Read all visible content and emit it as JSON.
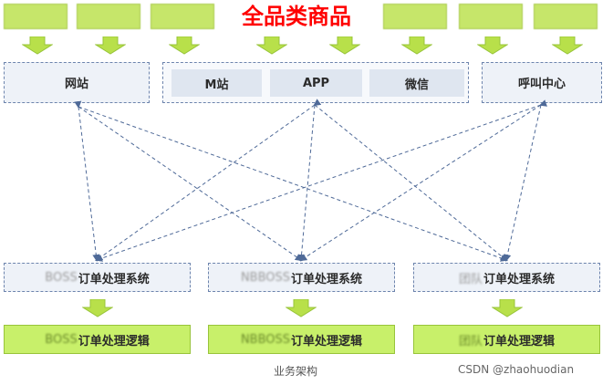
{
  "top": {
    "tags": [
      "",
      "",
      "",
      "",
      "",
      "",
      ""
    ],
    "headline": "全品类商品"
  },
  "channels": {
    "website": "网站",
    "m_site": "M站",
    "app": "APP",
    "wechat": "微信",
    "call_center": "呼叫中心"
  },
  "systems": {
    "left": {
      "blur_prefix": "BOSS",
      "label": "订单处理系统"
    },
    "middle": {
      "blur_prefix": "NBBOSS",
      "label": "订单处理系统"
    },
    "right": {
      "blur_prefix": "团队",
      "label": "订单处理系统"
    }
  },
  "logic": {
    "left": {
      "blur_prefix": "BOSS",
      "label": "订单处理逻辑"
    },
    "middle": {
      "blur_prefix": "NBBOSS",
      "label": "订单处理逻辑"
    },
    "right": {
      "blur_prefix": "团队",
      "label": "订单处理逻辑"
    }
  },
  "caption": "业务架构",
  "watermark": "CSDN @zhaohuodian",
  "colors": {
    "green_fill": "#c8f06a",
    "headline_red": "#ff0000",
    "dashed_line": "#4f6a98",
    "arrow_green": "#b8e04a"
  }
}
